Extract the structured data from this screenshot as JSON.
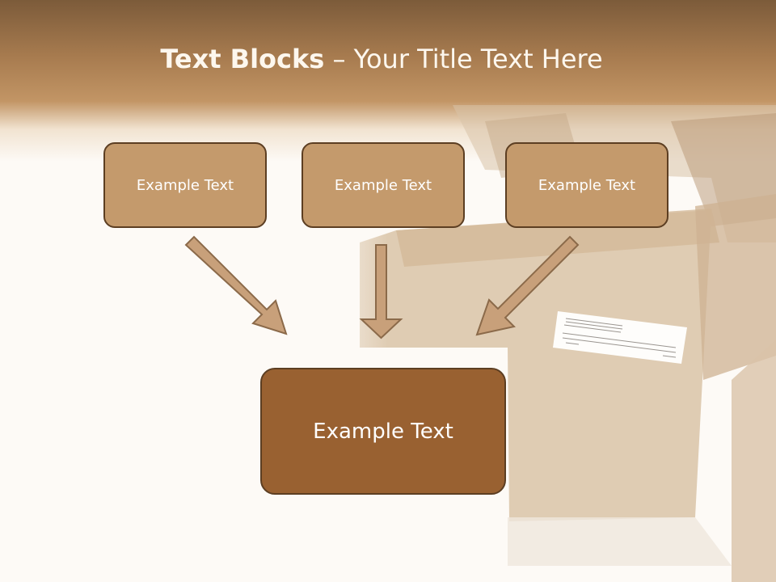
{
  "slide": {
    "title_bold": "Text Blocks",
    "title_separator": " – ",
    "title_rest": "Your Title Text Here"
  },
  "blocks": {
    "left": "Example Text",
    "middle": "Example Text",
    "right": "Example Text",
    "bottom": "Example Text"
  },
  "colors": {
    "header": "#a77b4f",
    "small_box_fill": "#c49a6c",
    "big_box_fill": "#996131",
    "border": "#5c3e22",
    "arrow_fill": "#c8a07a"
  }
}
